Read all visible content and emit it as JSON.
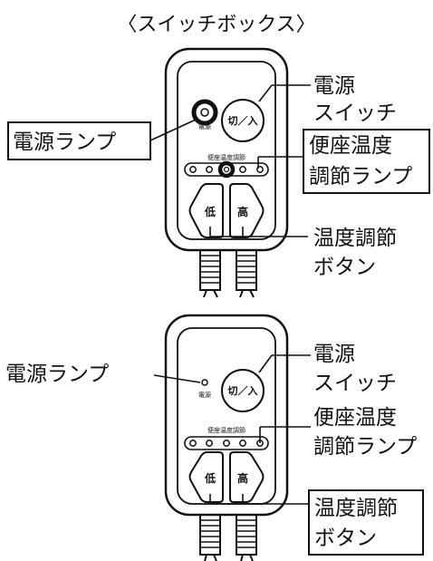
{
  "title": "〈スイッチボックス〉",
  "device_text": {
    "power_lamp_small": "電源",
    "switch_label": "切／入",
    "seat_temp_small": "便座温度調節",
    "low_button": "低",
    "high_button": "高"
  },
  "top": {
    "power_lamp": "電源ランプ",
    "power_switch": [
      "電源",
      "スイッチ"
    ],
    "seat_lamp": [
      "便座温度",
      "調節ランプ"
    ],
    "temp_buttons": [
      "温度調節",
      "ボタン"
    ],
    "highlighted": [
      "power_lamp",
      "seat_lamp"
    ]
  },
  "bottom": {
    "power_lamp": "電源ランプ",
    "power_switch": [
      "電源",
      "スイッチ"
    ],
    "seat_lamp": [
      "便座温度",
      "調節ランプ"
    ],
    "temp_buttons": [
      "温度調節",
      "ボタン"
    ],
    "highlighted": [
      "temp_buttons"
    ]
  }
}
